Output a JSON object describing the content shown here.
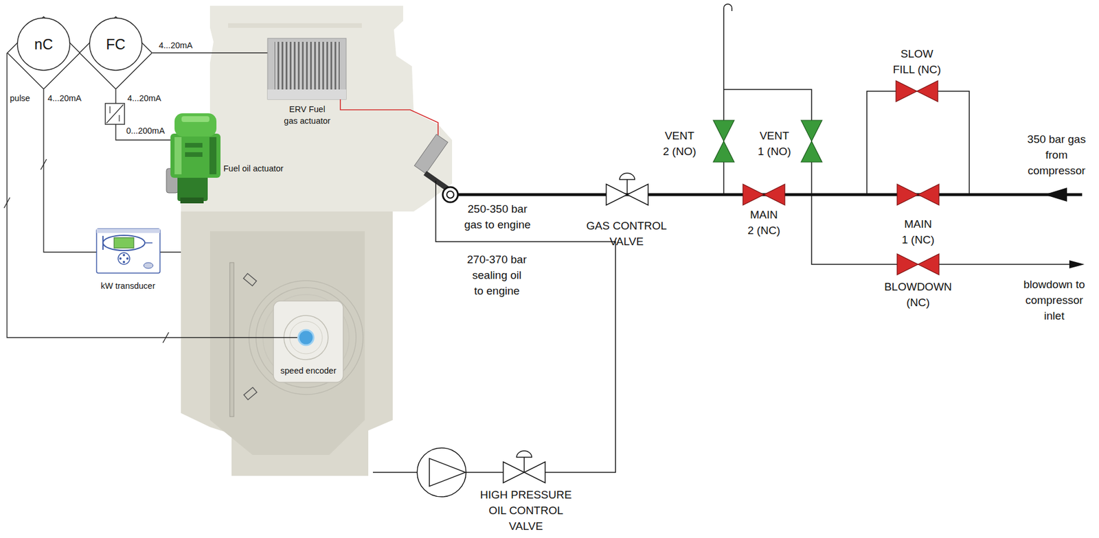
{
  "diagram": {
    "nodes": [
      {
        "text": [
          "nC"
        ]
      },
      {
        "text": [
          "FC"
        ]
      }
    ],
    "labels": [
      "4...20mA",
      "pulse",
      "4...20mA",
      "4...20mA",
      "0...200mA",
      "ERV Fuel gas actuator",
      "Fuel oil actuator",
      "kW transducer",
      "speed encoder",
      "250-350 bar gas to engine",
      "270-370 bar sealing oil to engine",
      "HIGH PRESSURE OIL CONTROL VALVE",
      "GAS CONTROL VALVE",
      "VENT 2 (NO)",
      "VENT 1 (NO)",
      "MAIN 2 (NC)",
      "SLOW FILL (NC)",
      "MAIN 1 (NC)",
      "350 bar gas from compressor",
      "BLOWDOWN (NC)",
      "blowdown to compressor inlet"
    ]
  }
}
